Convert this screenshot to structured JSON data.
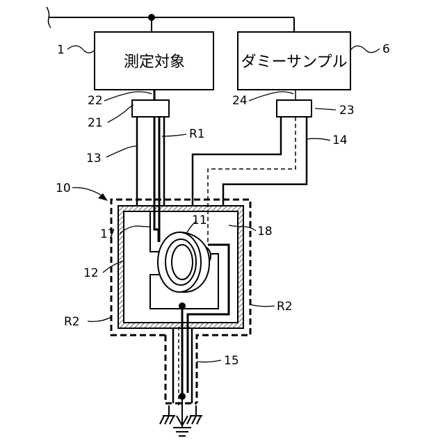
{
  "blocks": {
    "measurement_target": "測定対象",
    "dummy_sample": "ダミーサンプル"
  },
  "refs": {
    "n1": "1",
    "n6": "6",
    "n10": "10",
    "n11": "11",
    "n12": "12",
    "n13": "13",
    "n14": "14",
    "n15": "15",
    "n17": "17",
    "n18": "18",
    "n21": "21",
    "n22": "22",
    "n23": "23",
    "n24": "24",
    "r1": "R1",
    "r2_left": "R2",
    "r2_right": "R2"
  }
}
